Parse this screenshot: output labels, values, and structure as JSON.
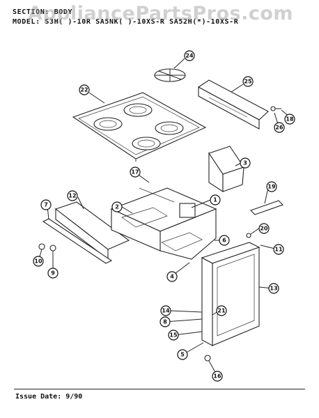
{
  "header": {
    "section_line": "SECTION: BODY",
    "model_line": "MODEL: S3H( )-10R  SA5NK( )-10XS-R  SA52H(*)-10XS-R"
  },
  "watermark": "AppliancePartsPros.com",
  "footer": {
    "issue_date": "Issue Date: 9/90"
  },
  "callouts": [
    "1",
    "2",
    "3",
    "4",
    "5",
    "6",
    "7",
    "8",
    "9",
    "10",
    "11",
    "12",
    "13",
    "14",
    "15",
    "16",
    "17",
    "18",
    "19",
    "20",
    "21",
    "22",
    "24",
    "25",
    "26"
  ]
}
